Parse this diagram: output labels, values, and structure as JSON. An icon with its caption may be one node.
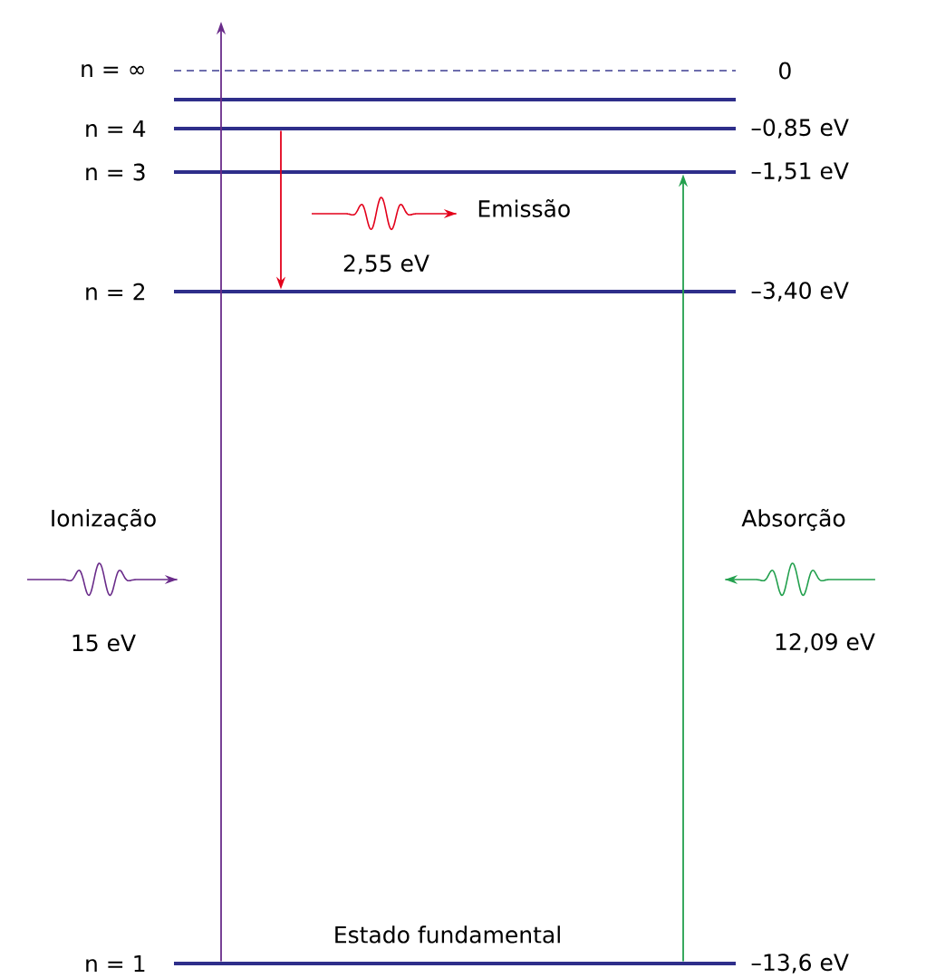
{
  "diagram": {
    "nodes": [
      {
        "text": [],
        "shape": "bar",
        "beside": [
          "n = ∞",
          "0"
        ]
      },
      {
        "text": [],
        "shape": "bar"
      },
      {
        "text": [],
        "shape": "bar",
        "beside": [
          "n = 4",
          "–0,85 eV"
        ]
      },
      {
        "text": [],
        "shape": "bar",
        "beside": [
          "n = 3",
          "–1,51 eV"
        ]
      },
      {
        "text": [],
        "shape": "bar",
        "beside": [
          "n = 2",
          "–3,40 eV"
        ]
      },
      {
        "text": [],
        "shape": "bar",
        "beside": [
          "n = 1",
          "–13,6 eV",
          "Estado fundamental"
        ]
      }
    ],
    "edges": [
      {
        "from": 5,
        "to": null,
        "arrow": "to",
        "color": "#6a2c8a"
      },
      {
        "from": 2,
        "to": 4,
        "arrow": "to",
        "color": "#e3001b"
      },
      {
        "from": 5,
        "to": 3,
        "arrow": "to",
        "color": "#23a04e"
      }
    ],
    "labels": [
      "Emissão",
      "2,55 eV",
      "Ionização",
      "Absorção",
      "15 eV",
      "12,09 eV"
    ]
  }
}
